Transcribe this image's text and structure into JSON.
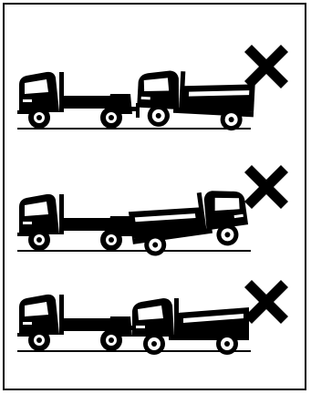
{
  "diagram": {
    "panels": [
      {
        "id": "flat-tow-dolly",
        "description_icon": "x-mark-icon"
      },
      {
        "id": "front-wheel-lift-tilted",
        "description_icon": "x-mark-icon"
      },
      {
        "id": "rear-wheel-lift-level",
        "description_icon": "x-mark-icon"
      }
    ],
    "colors": {
      "ink": "#000000",
      "paper": "#ffffff"
    }
  }
}
